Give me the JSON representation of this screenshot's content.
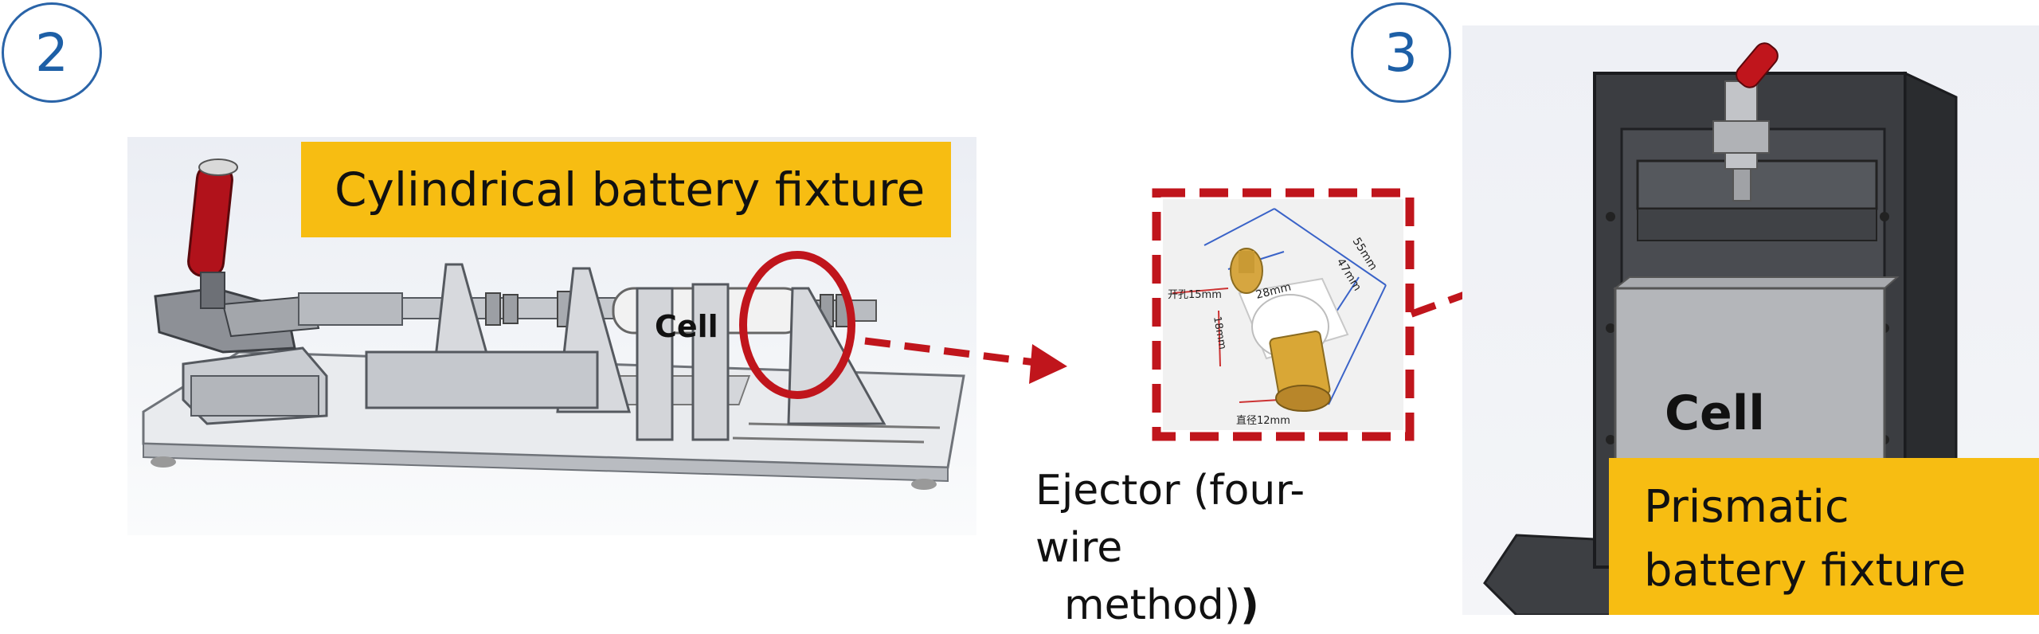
{
  "step_2": "2",
  "step_3": "3",
  "cylindrical": {
    "title": "Cylindrical battery fixture",
    "cell_label": "Cell"
  },
  "ejector": {
    "dimensions": {
      "hole": "开孔15mm",
      "d55": "55mm",
      "d47": "47mm",
      "d28": "28mm",
      "d18": "18mm",
      "diameter": "直径12mm"
    },
    "caption_line1": "Ejector (four-wire",
    "caption_line2": "method)",
    "caption_paren": ")"
  },
  "prismatic": {
    "title_line1": "Prismatic",
    "title_line2": "battery fixture",
    "cell_label": "Cell"
  },
  "colors": {
    "accent_red": "#c0151c",
    "label_yellow": "#f7bd12",
    "step_blue": "#1d5fa6"
  }
}
